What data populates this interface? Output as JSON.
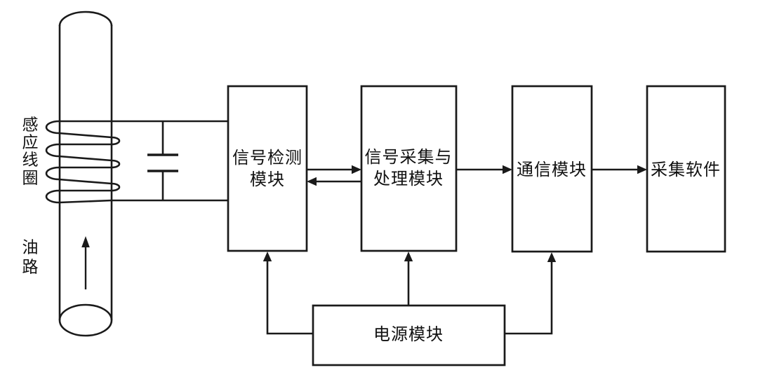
{
  "colors": {
    "line": "#1a1a1a",
    "background": "#ffffff",
    "text": "#111111"
  },
  "labels": {
    "coil": "感应线圈",
    "coil_chars": [
      "感",
      "应",
      "线",
      "圈"
    ],
    "oil": "油路",
    "oil_chars": [
      "油",
      "路"
    ]
  },
  "modules": {
    "signal_detection": {
      "line1": "信号检测",
      "line2": "模块"
    },
    "signal_processing": {
      "line1": "信号采集与",
      "line2": "处理模块"
    },
    "communication": {
      "label": "通信模块"
    },
    "software": {
      "label": "采集软件"
    },
    "power": {
      "label": "电源模块"
    }
  }
}
